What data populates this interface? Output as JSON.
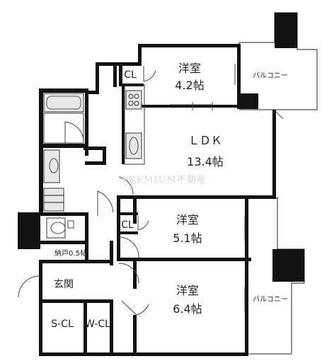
{
  "rooms": {
    "western_a": {
      "name": "洋室",
      "size": "4.2帖"
    },
    "ldk": {
      "name": "ＬＤＫ",
      "size": "13.4帖"
    },
    "western_b": {
      "name": "洋室",
      "size": "5.1帖"
    },
    "western_c": {
      "name": "洋室",
      "size": "6.4帖"
    }
  },
  "closets": {
    "cl_top": "CL",
    "cl_mid": "CL",
    "storage": "納戸0.5帖",
    "entrance": "玄関",
    "shoe_closet": "S-CL",
    "walkin_closet": "W-CL"
  },
  "balconies": {
    "top": "バルコニー",
    "bottom": "バルコニー"
  },
  "watermark": "PREMIUM不動産",
  "colors": {
    "wall": "#111111",
    "line": "#222222",
    "fixture": "#e8e8e8"
  }
}
